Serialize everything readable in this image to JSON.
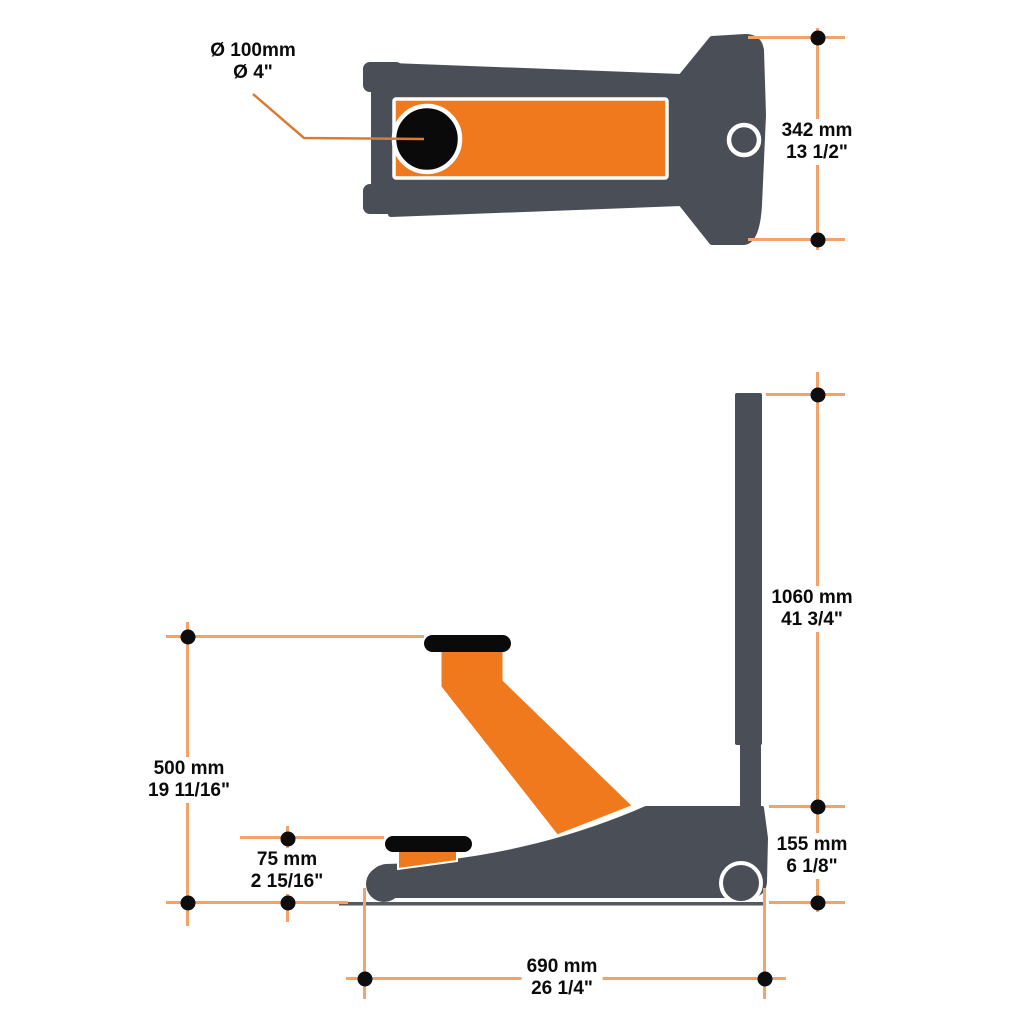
{
  "diagram": {
    "title": "Trolley jack dimension drawing",
    "colors": {
      "body_gray": "#4A4F57",
      "accent_orange": "#F0791E",
      "dimension_line": "#F2A369",
      "leader_line": "#DB7B33",
      "text": "#0D0D0D",
      "ground_line": "#555A62"
    },
    "top_view": {
      "saddle_diameter": {
        "metric": "Ø 100mm",
        "imperial": "Ø 4\""
      },
      "overall_width": {
        "metric": "342 mm",
        "imperial": "13 1/2\""
      }
    },
    "side_view": {
      "handle_height": {
        "metric": "1060 mm",
        "imperial": "41 3/4\""
      },
      "max_lift_height": {
        "metric": "500 mm",
        "imperial": "19 11/16\""
      },
      "min_height": {
        "metric": "75 mm",
        "imperial": "2 15/16\""
      },
      "rear_height": {
        "metric": "155 mm",
        "imperial": "6 1/8\""
      },
      "overall_length": {
        "metric": "690 mm",
        "imperial": "26 1/4\""
      }
    }
  }
}
